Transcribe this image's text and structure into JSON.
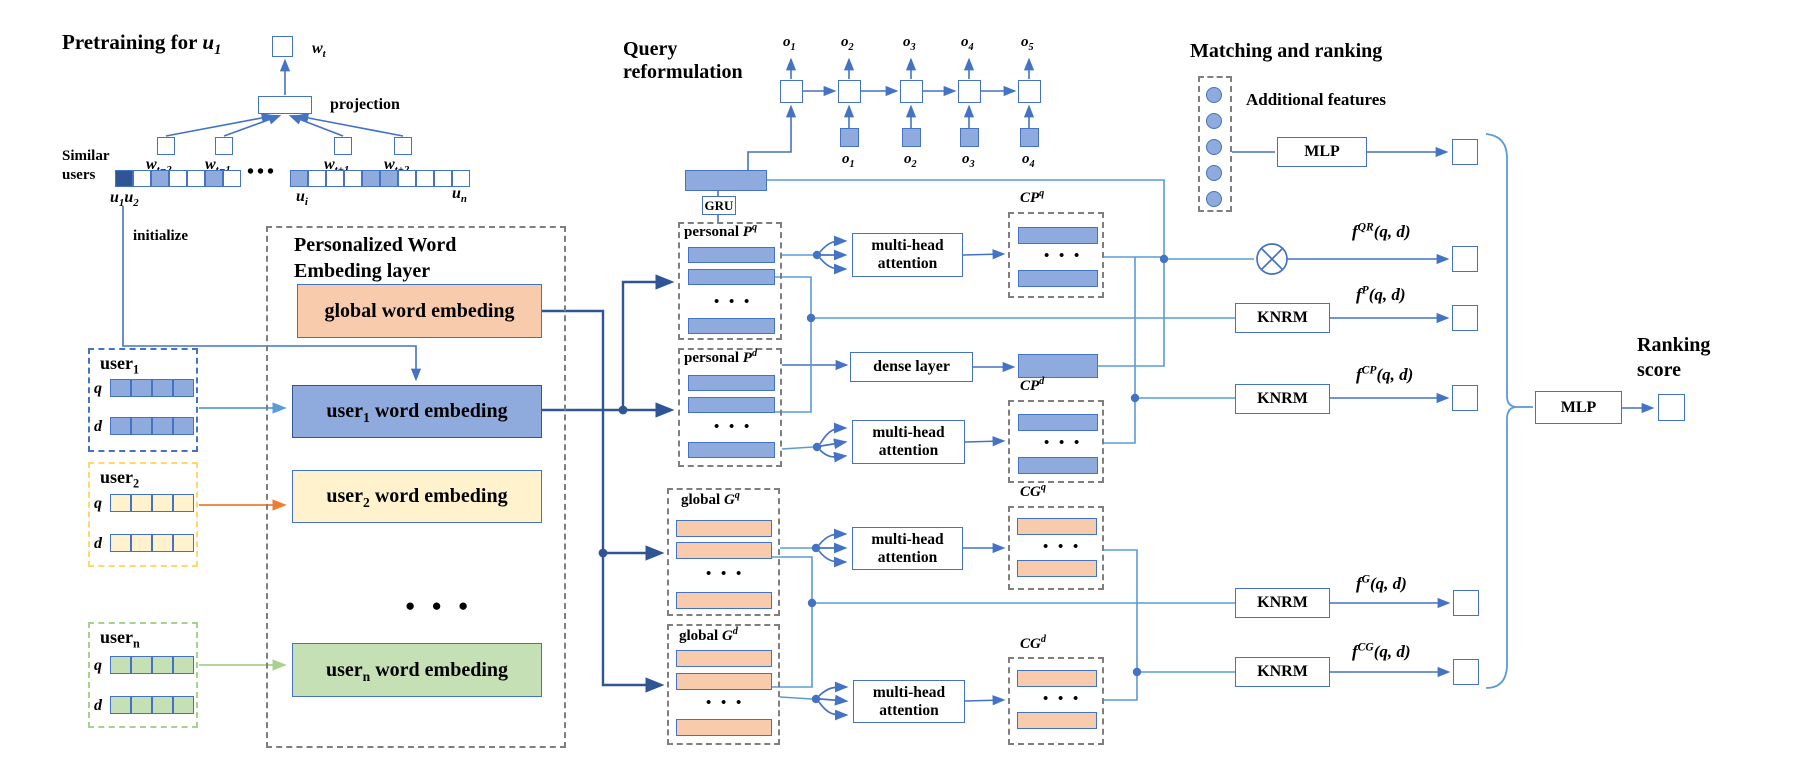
{
  "colors": {
    "line_blue": "#4472C4",
    "dark_blue": "#2F5597",
    "light_blue": "#5B9BD5",
    "bar_blue": "#8FAADC",
    "bar_orange": "#F8CBAD",
    "bar_yellow": "#FFF2CC",
    "bar_green": "#C5E0B4",
    "arrow_orange": "#ED7D31",
    "arrow_green": "#A9D18E",
    "dash_gray": "#7F7F7F",
    "dash_yellow": "#FFD966",
    "dash_green": "#A9D18E"
  },
  "pretraining": {
    "title_pre": "Pretraining for ",
    "title_u": "u",
    "title_u_sub": "1",
    "w_t": {
      "base": "w",
      "sub": "t"
    },
    "projection": "projection",
    "context_words": [
      {
        "base": "w",
        "sub": "t−2"
      },
      {
        "base": "w",
        "sub": "t−1"
      },
      {
        "base": "w",
        "sub": "t+1"
      },
      {
        "base": "w",
        "sub": "t+2"
      }
    ],
    "similar_line1": "Similar",
    "similar_line2": "users",
    "u12": {
      "b1": "u",
      "s1": "1",
      "b2": "u",
      "s2": "2"
    },
    "u_i": {
      "base": "u",
      "sub": "i"
    },
    "u_n": {
      "base": "u",
      "sub": "n"
    },
    "row_dots": "•••",
    "initialize": "initialize"
  },
  "embedding_layer": {
    "title_line1": "Personalized Word",
    "title_line2": "Embeding layer",
    "global_label": "global word embeding",
    "user1": {
      "pre": "user",
      "sub": "1",
      "post": " word embeding"
    },
    "user2": {
      "pre": "user",
      "sub": "2",
      "post": " word embeding"
    },
    "usern": {
      "pre": "user",
      "sub": "n",
      "post": " word embeding"
    },
    "dots": "● ● ●"
  },
  "users": {
    "user1": {
      "name": "user",
      "sub": "1",
      "q": "q",
      "d": "d"
    },
    "user2": {
      "name": "user",
      "sub": "2",
      "q": "q",
      "d": "d"
    },
    "usern": {
      "name": "user",
      "sub": "n",
      "q": "q",
      "d": "d"
    }
  },
  "query_reformulation": {
    "title_line1": "Query",
    "title_line2": "reformulation",
    "gru": "GRU",
    "top_outputs": [
      {
        "base": "o",
        "sub": "1"
      },
      {
        "base": "o",
        "sub": "2"
      },
      {
        "base": "o",
        "sub": "3"
      },
      {
        "base": "o",
        "sub": "4"
      },
      {
        "base": "o",
        "sub": "5"
      }
    ],
    "bottom_inputs": [
      {
        "base": "o",
        "sub": "1"
      },
      {
        "base": "o",
        "sub": "2"
      },
      {
        "base": "o",
        "sub": "3"
      },
      {
        "base": "o",
        "sub": "4"
      }
    ]
  },
  "representations": {
    "pq": {
      "pre": "personal ",
      "base": "P",
      "sup": "q"
    },
    "pd": {
      "pre": "personal ",
      "base": "P",
      "sup": "d"
    },
    "gq": {
      "pre": "global ",
      "base": "G",
      "sup": "q"
    },
    "gd": {
      "pre": "global ",
      "base": "G",
      "sup": "d"
    },
    "cpq": {
      "base": "CP",
      "sup": "q"
    },
    "cpd": {
      "base": "CP",
      "sup": "d"
    },
    "cgq": {
      "base": "CG",
      "sup": "q"
    },
    "cgd": {
      "base": "CG",
      "sup": "d"
    },
    "dots": "• • •"
  },
  "ops": {
    "mha_line1": "multi-head",
    "mha_line2": "attention",
    "dense": "dense layer",
    "knrm": "KNRM",
    "mlp": "MLP"
  },
  "matching": {
    "title": "Matching and ranking",
    "additional_features": "Additional features",
    "scores": {
      "qr": {
        "base": "f",
        "sup": "QR",
        "args": "(q, d)"
      },
      "p": {
        "base": "f",
        "sup": "P",
        "args": "(q, d)"
      },
      "cp": {
        "base": "f",
        "sup": "CP",
        "args": "(q, d)"
      },
      "g": {
        "base": "f",
        "sup": "G",
        "args": "(q, d)"
      },
      "cg": {
        "base": "f",
        "sup": "CG",
        "args": "(q, d)"
      }
    },
    "ranking_line1": "Ranking",
    "ranking_line2": "score"
  }
}
